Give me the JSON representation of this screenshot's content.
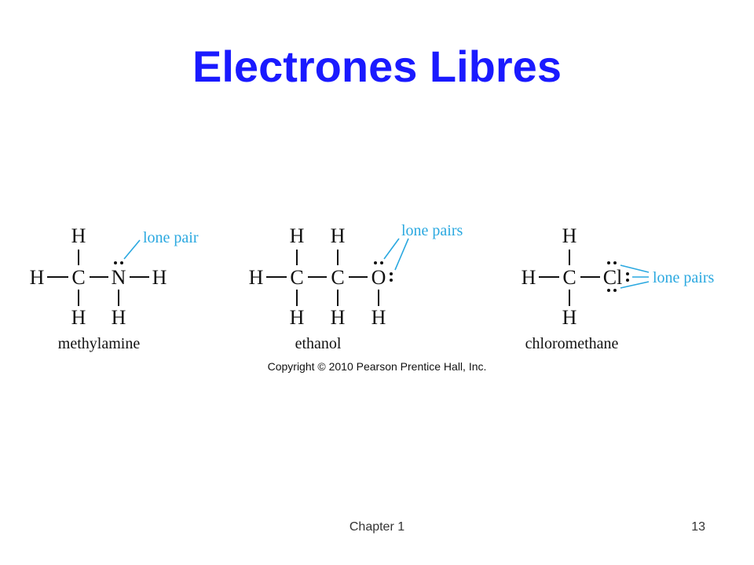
{
  "slide": {
    "title": "Electrones Libres",
    "footer": "Chapter 1",
    "page_number": "13",
    "copyright": "Copyright © 2010 Pearson Prentice Hall, Inc."
  },
  "molecules": {
    "methylamine": {
      "name": "methylamine",
      "annotation": "lone pair",
      "atoms": {
        "c": "C",
        "n": "N",
        "h": "H"
      }
    },
    "ethanol": {
      "name": "ethanol",
      "annotation": "lone pairs",
      "atoms": {
        "c": "C",
        "o": "O",
        "h": "H"
      }
    },
    "chloromethane": {
      "name": "chloromethane",
      "annotation": "lone pairs",
      "atoms": {
        "c": "C",
        "cl": "Cl",
        "h": "H"
      }
    }
  },
  "colors": {
    "title": "#1a1aff",
    "annotation": "#2aa8e0",
    "text": "#111111"
  }
}
